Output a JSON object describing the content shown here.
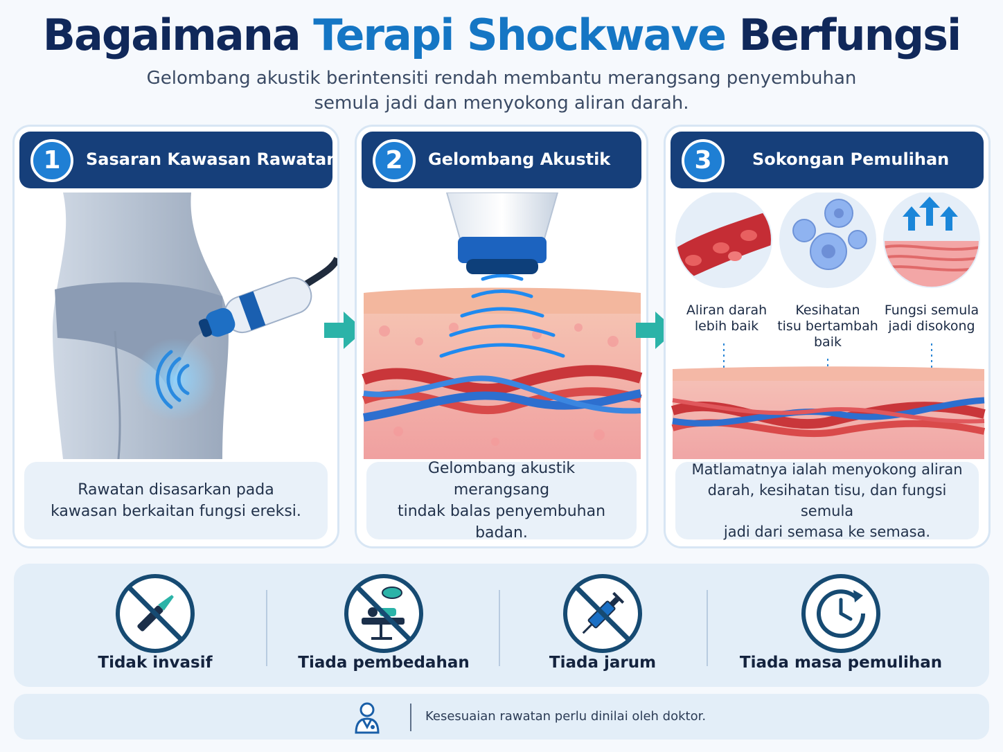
{
  "header": {
    "title_part1": "Bagaimana ",
    "title_part2": "Terapi Shockwave",
    "title_part3": " Berfungsi",
    "subtitle_line1": "Gelombang akustik berintensiti rendah membantu merangsang penyembuhan",
    "subtitle_line2": "semula jadi dan menyokong aliran darah."
  },
  "steps": [
    {
      "number": "1",
      "title": "Sasaran Kawasan Rawatan",
      "description_line1": "Rawatan disasarkan pada",
      "description_line2": "kawasan berkaitan fungsi ereksi."
    },
    {
      "number": "2",
      "title": "Gelombang Akustik",
      "description_line1": "Gelombang akustik merangsang",
      "description_line2": "tindak balas penyembuhan badan."
    },
    {
      "number": "3",
      "title": "Sokongan Pemulihan",
      "description_line1": "Matlamatnya ialah menyokong aliran",
      "description_line2": "darah, kesihatan tisu, dan fungsi semula",
      "description_line3": "jadi dari semasa ke semasa.",
      "circles": [
        {
          "line1": "Aliran darah",
          "line2": "lebih baik"
        },
        {
          "line1": "Kesihatan",
          "line2": "tisu bertambah",
          "line3": "baik"
        },
        {
          "line1": "Fungsi semula",
          "line2": "jadi disokong"
        }
      ]
    }
  ],
  "benefits": [
    {
      "label": "Tidak invasif",
      "icon": "no-scalpel-icon"
    },
    {
      "label": "Tiada pembedahan",
      "icon": "no-surgery-icon"
    },
    {
      "label": "Tiada jarum",
      "icon": "no-needle-icon"
    },
    {
      "label": "Tiada masa pemulihan",
      "icon": "clock-icon"
    }
  ],
  "note": {
    "text": "Kesesuaian rawatan perlu dinilai oleh doktor.",
    "icon": "doctor-icon"
  },
  "colors": {
    "navy": "#163f7a",
    "accent_blue": "#1f7fd4",
    "teal": "#2bb3a8",
    "icon_ring": "#1d5f86"
  }
}
